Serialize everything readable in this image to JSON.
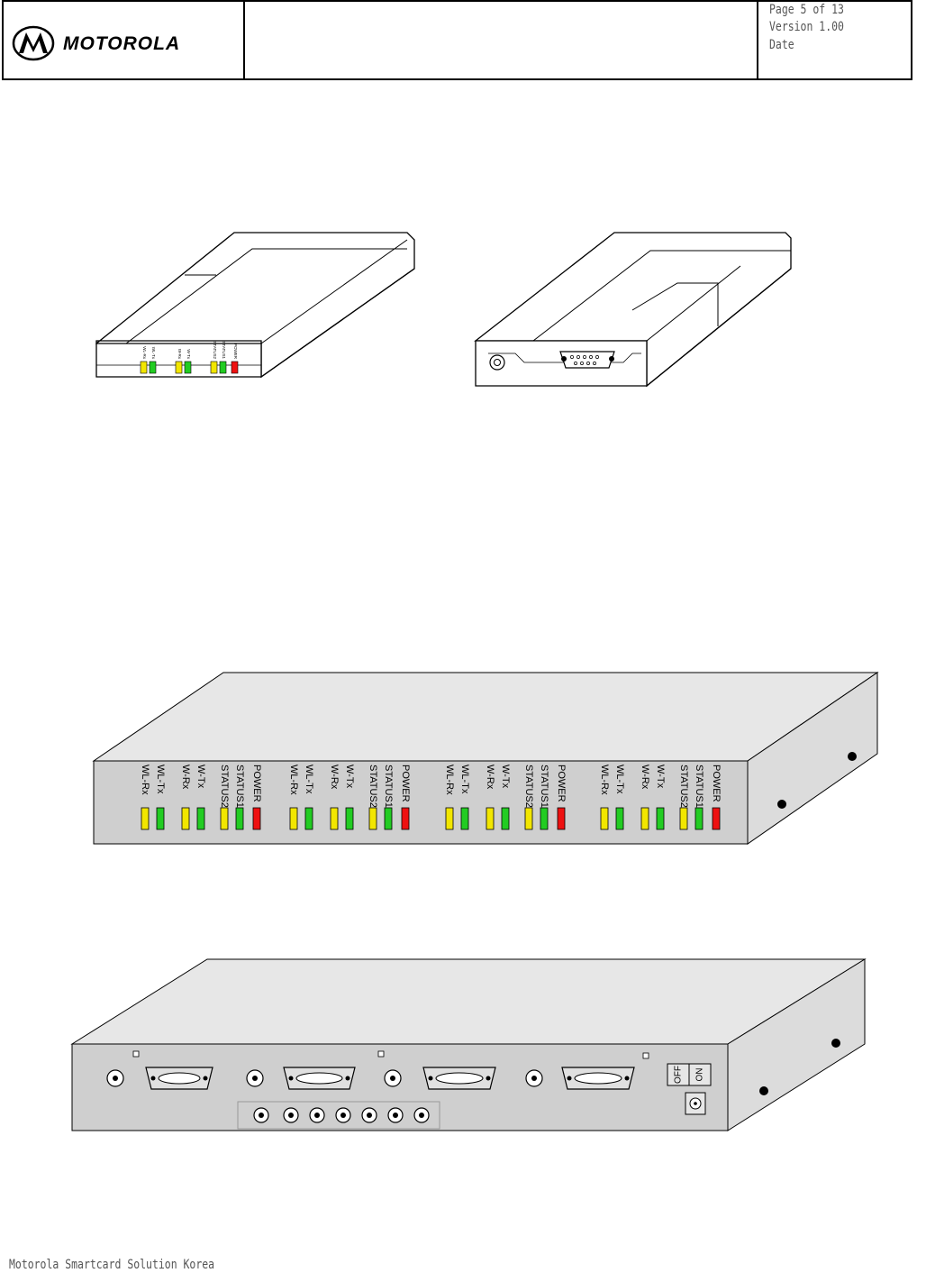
{
  "header": {
    "brand": "MOTOROLA",
    "page": "Page 5 of 13",
    "version": "Version 1.00",
    "date_label": "Date"
  },
  "modem_front": {
    "leds": [
      {
        "label": "WL-Rx",
        "color": "#f2e600"
      },
      {
        "label": "WL-Tx",
        "color": "#22cc22"
      },
      {
        "label": "W-Rx",
        "color": "#f2e600"
      },
      {
        "label": "W-Tx",
        "color": "#22cc22"
      },
      {
        "label": "STATUS2",
        "color": "#f2e600"
      },
      {
        "label": "STATUS1",
        "color": "#22cc22"
      },
      {
        "label": "POWER",
        "color": "#ee1111"
      }
    ]
  },
  "rack_front": {
    "groups": [
      {
        "labels": [
          "WL-Rx",
          "WL-Tx",
          "W-Rx",
          "W-Tx",
          "STATUS2",
          "STATUS1",
          "POWER"
        ]
      },
      {
        "labels": [
          "WL-Rx",
          "WL-Tx",
          "W-Rx",
          "W-Tx",
          "STATUS2",
          "STATUS1",
          "POWER"
        ]
      },
      {
        "labels": [
          "WL-Rx",
          "WL-Tx",
          "W-Rx",
          "W-Tx",
          "STATUS2",
          "STATUS1",
          "POWER"
        ]
      },
      {
        "labels": [
          "WL-Rx",
          "WL-Tx",
          "W-Rx",
          "W-Tx",
          "STATUS2",
          "STATUS1",
          "POWER"
        ]
      }
    ],
    "colors": [
      "#f2e600",
      "#22cc22",
      "#f2e600",
      "#22cc22",
      "#f2e600",
      "#22cc22",
      "#ee1111"
    ]
  },
  "rack_rear": {
    "switch_off": "OFF",
    "switch_on": "ON"
  },
  "footer": {
    "text": "Motorola Smartcard Solution Korea"
  }
}
